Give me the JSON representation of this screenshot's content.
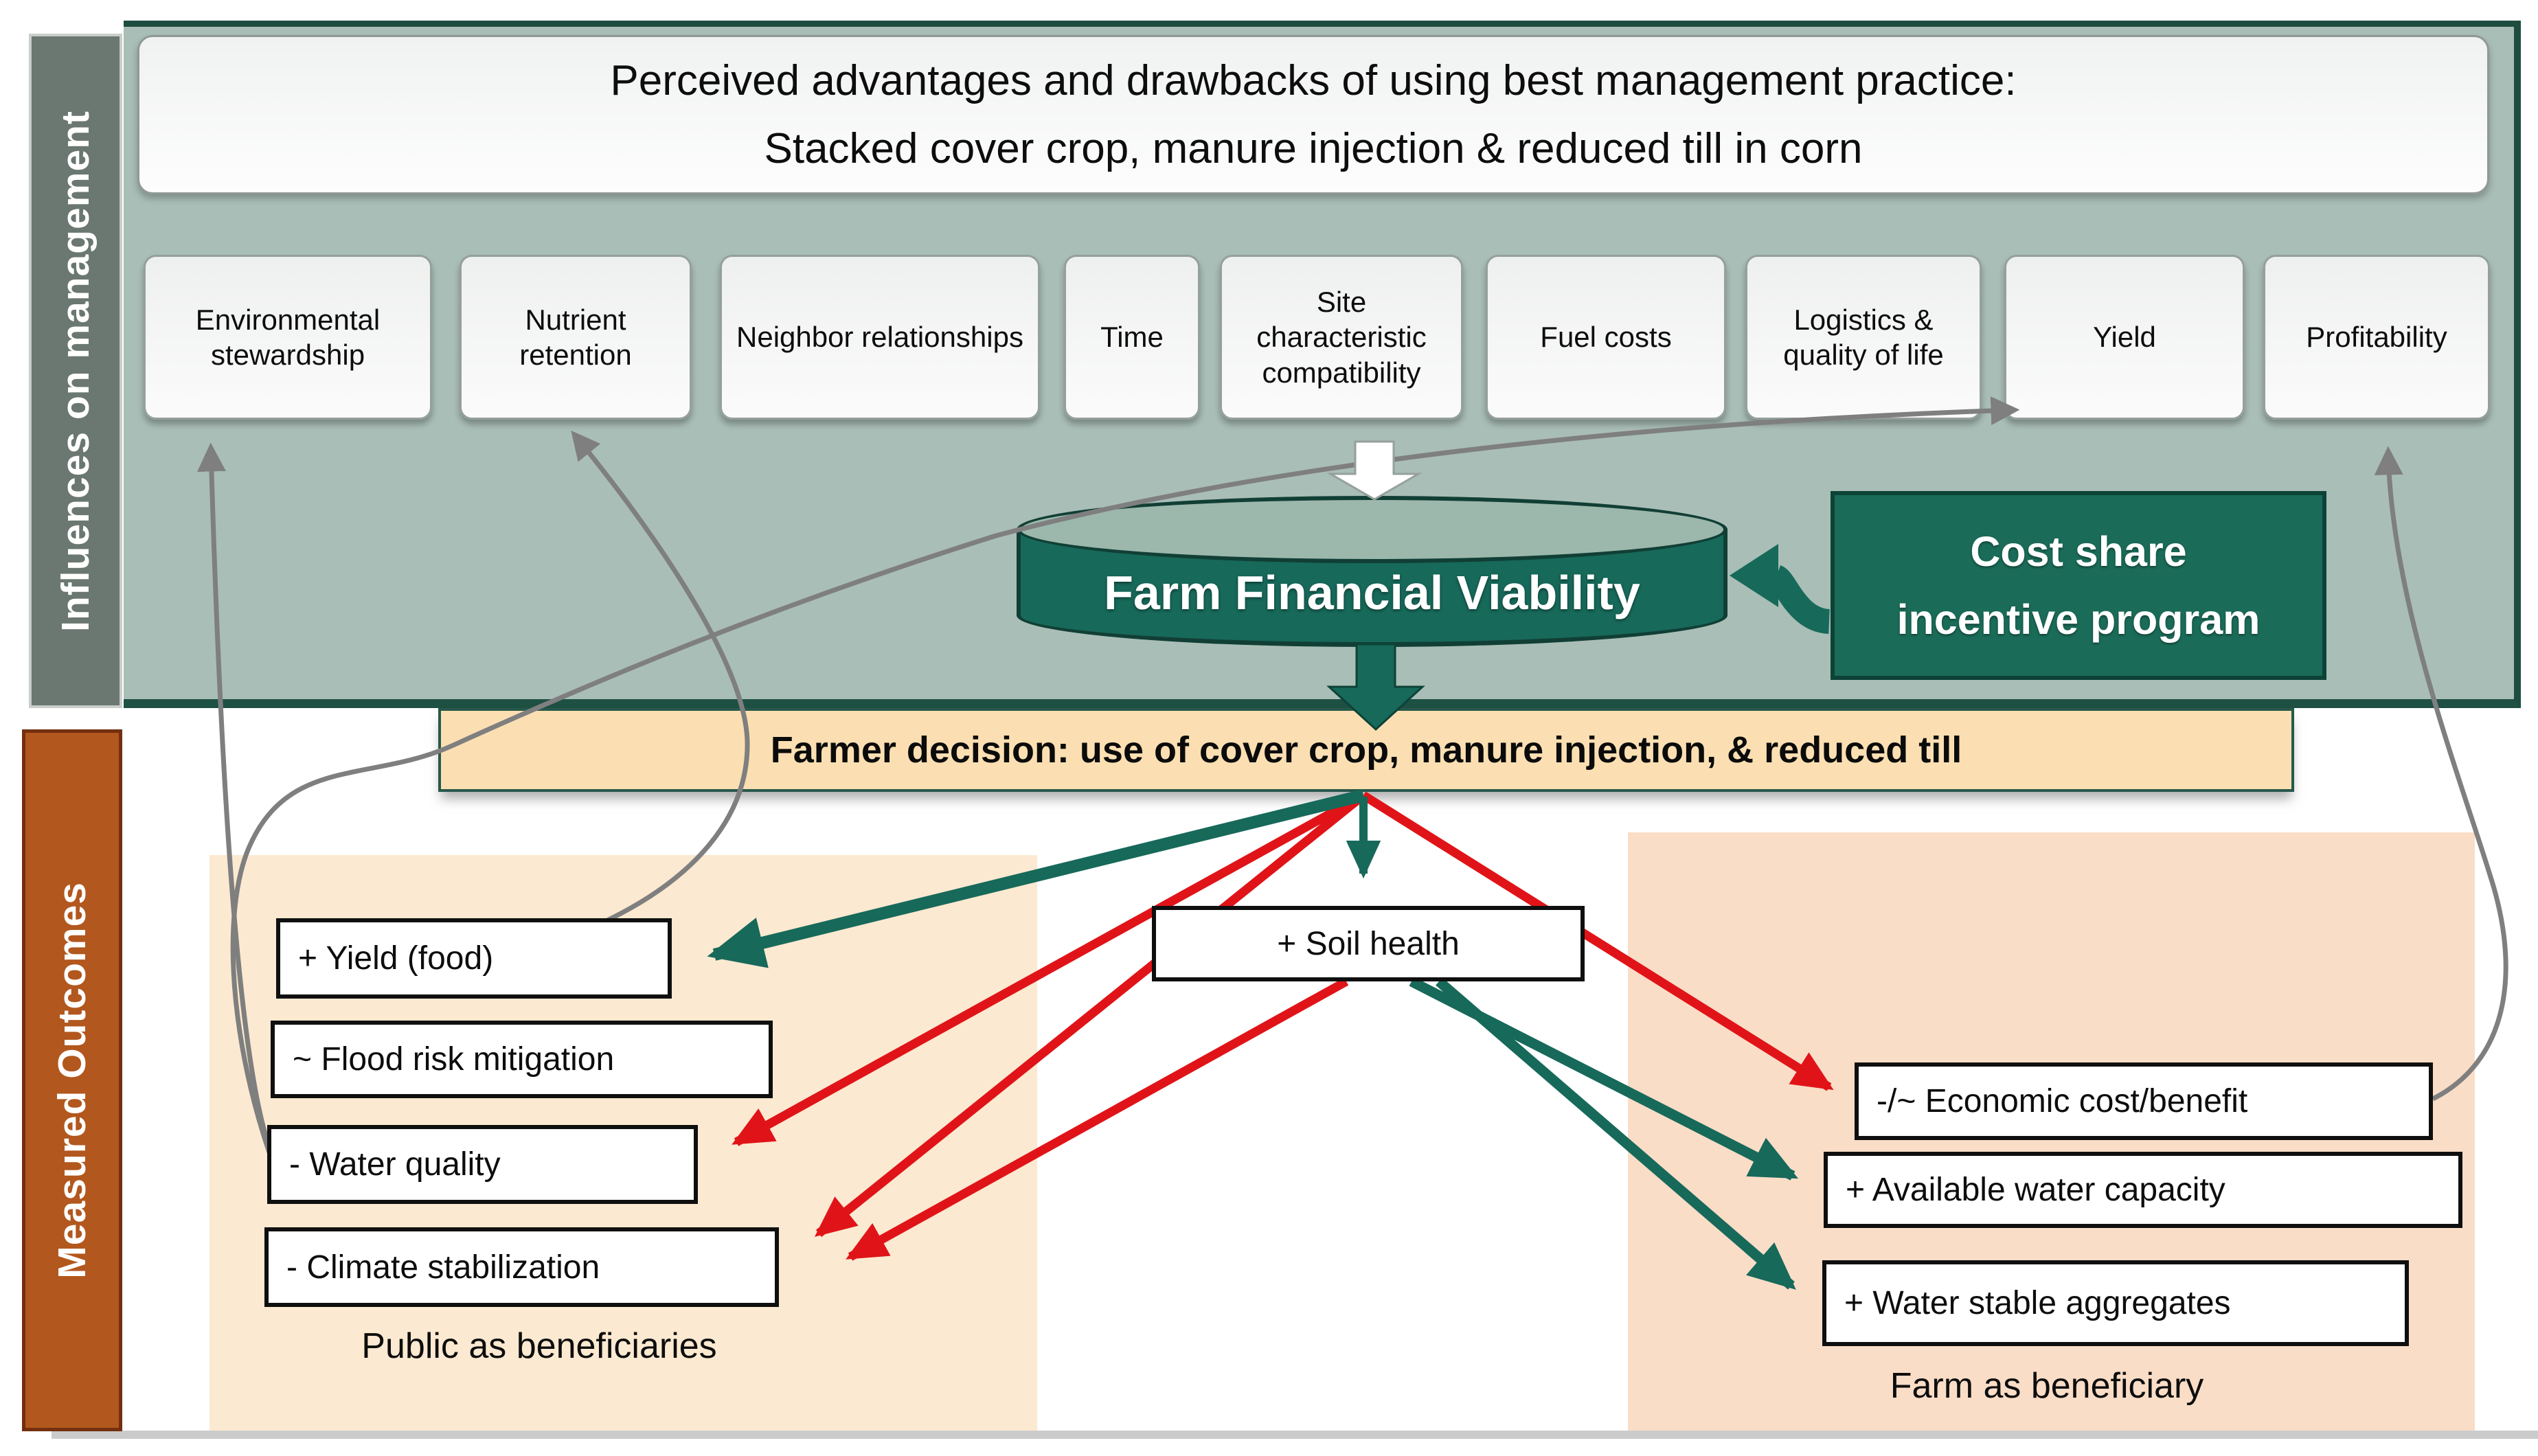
{
  "header": {
    "title_line1": "Perceived advantages and drawbacks of using best management practice:",
    "title_line2": "Stacked cover crop, manure injection & reduced till in corn"
  },
  "sidebar": {
    "influences_label": "Influences on management",
    "outcomes_label": "Measured Outcomes"
  },
  "influences": [
    "Environmental stewardship",
    "Nutrient retention",
    "Neighbor relationships",
    "Time",
    "Site characteristic compatibility",
    "Fuel costs",
    "Logistics & quality of life",
    "Yield",
    "Profitability"
  ],
  "financial": {
    "cylinder_label": "Farm Financial Viability",
    "cost_share_line1": "Cost share",
    "cost_share_line2": "incentive program"
  },
  "decision": {
    "label": "Farmer decision: use of cover crop, manure injection, & reduced till"
  },
  "outcomes": {
    "soil_health": "+ Soil health",
    "public": {
      "items": [
        "+ Yield (food)",
        "~ Flood risk mitigation",
        "- Water quality",
        "- Climate stabilization"
      ],
      "caption": "Public as beneficiaries"
    },
    "farm": {
      "items": [
        "-/~ Economic cost/benefit",
        "+ Available water capacity",
        "+ Water stable aggregates"
      ],
      "caption": "Farm as beneficiary"
    }
  },
  "colors": {
    "sage_panel": "#A9BEB6",
    "panel_border_green": "#1E4D40",
    "influences_tab": "#6B7771",
    "outcomes_tab": "#B2571E",
    "cylinder_green": "#17695A",
    "cost_share_green": "#1A6B58",
    "decision_bar": "#FBDFB2",
    "public_panel": "#FCE9D1",
    "farm_panel": "#FADDC7",
    "positive_arrow_green": "#17695A",
    "negative_arrow_red": "#E01418",
    "feedback_gray": "#7F7F7F"
  }
}
